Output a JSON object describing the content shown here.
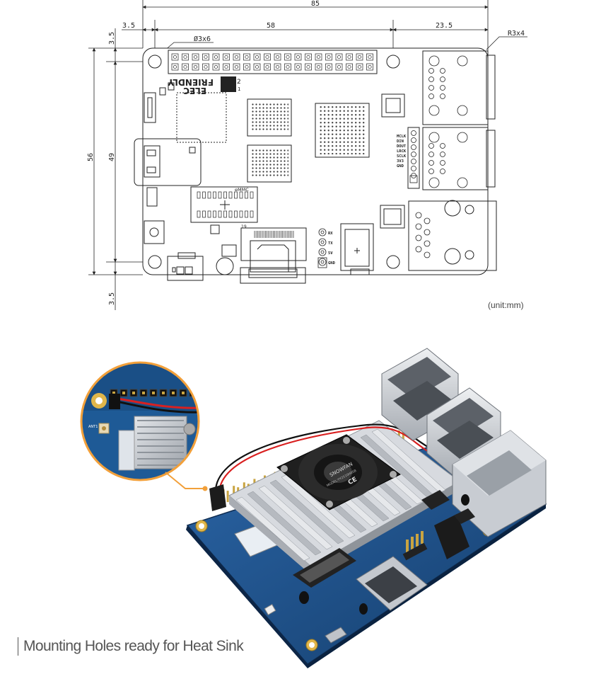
{
  "dimensions": {
    "overall_width": "85",
    "hole_offset": "3.5",
    "hole_spacing": "58",
    "edge_offset": "23.5",
    "corner_radius": "R3x4",
    "hole_spec": "Ø3x6",
    "overall_height": "56",
    "hole_height": "49",
    "top_offset": "3.5",
    "bottom_offset": "3.5"
  },
  "board_labels": {
    "brand_line1": "FRIENDLY",
    "brand_line2": "ELEC",
    "pin2": "2",
    "pin1": "1",
    "emmc": "eMMC",
    "pin19": "19",
    "serial_rx": "RX",
    "serial_tx": "TX",
    "serial_5v": "5V",
    "serial_gnd": "GND",
    "jtag_mclk": "MCLK",
    "jtag_din": "DIN",
    "jtag_dout": "DOUT",
    "jtag_lrck": "LRCK",
    "jtag_sclk": "SCLK",
    "jtag_3v3": "3V3",
    "jtag_gnd": "GND"
  },
  "unit_note": "(unit:mm)",
  "caption": "Mounting Holes ready for Heat Sink",
  "photo_labels": {
    "fan_brand": "SNOWFAN",
    "fan_model": "MODEL:YY2510H05B",
    "ant_label": "ANT1",
    "ce_mark": "CE"
  },
  "colors": {
    "pcb_blue": "#1e4f86",
    "pcb_edge": "#2c6db3",
    "callout_orange": "#f2a03a",
    "heatsink": "#c9ccd1",
    "fan": "#222222",
    "usb_metal": "#cfd3d8"
  }
}
